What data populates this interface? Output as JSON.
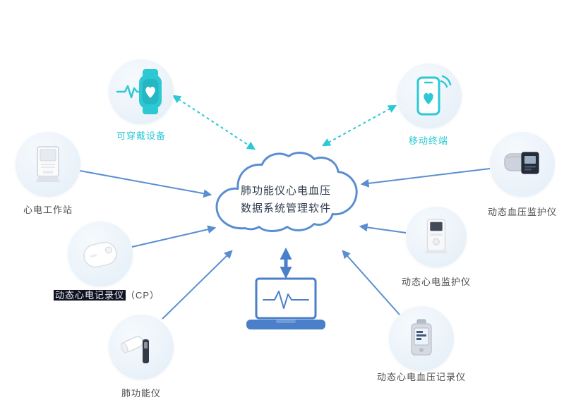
{
  "cloud": {
    "line1": "肺功能仪心电血压",
    "line2": "数据系统管理软件"
  },
  "nodes": {
    "wearable": {
      "label": "可穿戴设备"
    },
    "mobile": {
      "label": "移动终端"
    },
    "ecg_workstation": {
      "label": "心电工作站"
    },
    "cp_recorder": {
      "label_main": "动态心电记录仪",
      "label_suffix": "（CP）"
    },
    "spirometer": {
      "label": "肺功能仪"
    },
    "bp_monitor": {
      "label": "动态血压监护仪"
    },
    "ecg_monitor": {
      "label": "动态心电监护仪"
    },
    "ecg_bp_recorder": {
      "label": "动态心电血压记录仪"
    }
  },
  "icons": {
    "wearable": "smartwatch-heart-icon",
    "mobile": "phone-heart-signal-icon",
    "laptop": "laptop-ecg-waveform-icon",
    "cloud": "cloud-shape"
  },
  "colors": {
    "accent_blue": "#5a8ed2",
    "accent_teal": "#2cc9d5",
    "label_gray": "#4d4d4d",
    "cloud_text": "#303b4f",
    "highlight_bg": "#101322"
  }
}
